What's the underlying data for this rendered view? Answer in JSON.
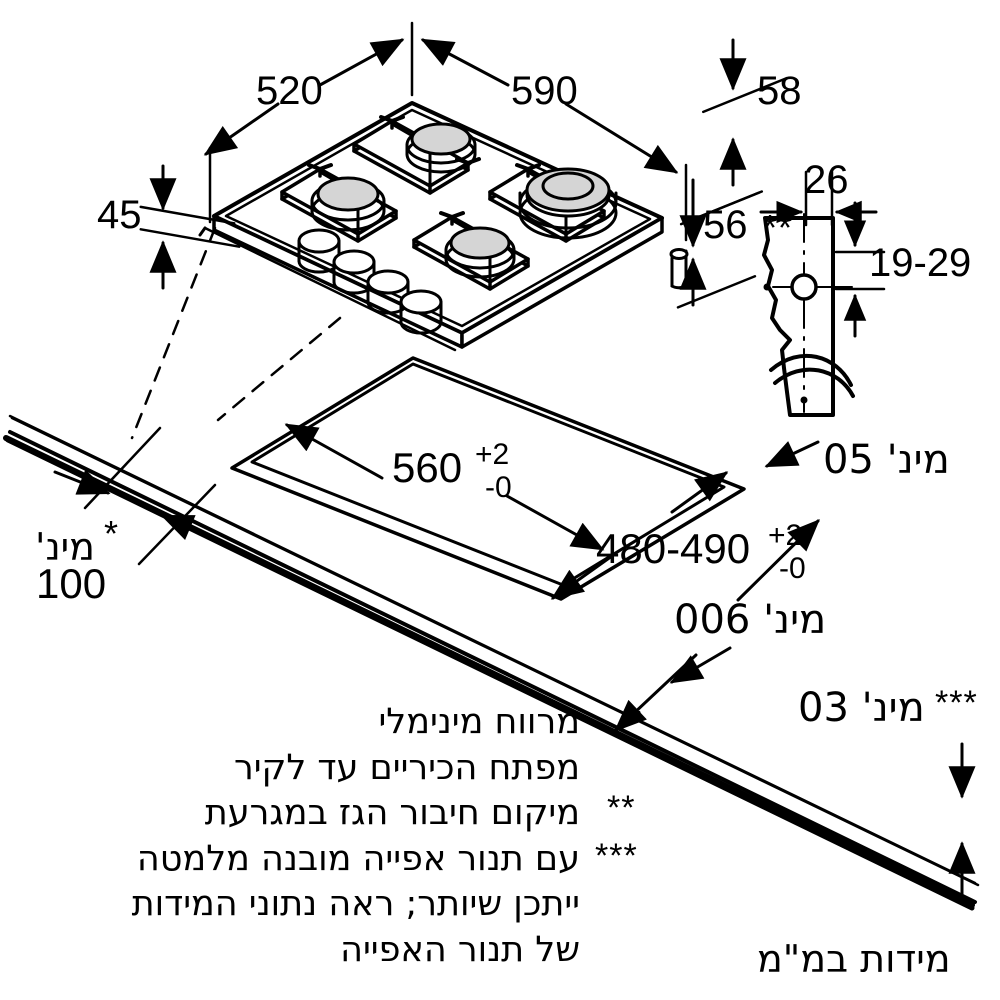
{
  "drawing": {
    "title_footer": "מידות במ\"מ",
    "units": "mm",
    "subject": "gas-hob-installation-diagram"
  },
  "dimensions": {
    "hob_depth": "520",
    "hob_width": "590",
    "side_offset": "58",
    "front_lip": "45",
    "hob_height": "56",
    "bracket_width": "26",
    "bracket_range": "19-29",
    "cutout_width": "560",
    "cutout_width_tol_plus": "+2",
    "cutout_width_tol_minus": "-0",
    "cutout_depth": "480-490",
    "cutout_depth_tol_plus": "+2",
    "cutout_depth_tol_minus": "-0",
    "min_wall_left": "מינ'",
    "min_wall_left_value": "100",
    "min_rear": "מינ' 50",
    "min_front": "מינ' 600",
    "min_side": "מינ' 30"
  },
  "markers": {
    "one": "*",
    "two": "**",
    "three": "***",
    "left_note_marker": "*",
    "rear_bracket_marker": "**",
    "side_marker": "***"
  },
  "notes": {
    "lines": [
      "מרווח מינימלי",
      "מפתח הכיריים עד לקיר",
      "מיקום חיבור הגז במגרעת",
      "עם תנור אפייה מובנה מלמטה",
      "ייתכן שיותר; ראה נתוני המידות",
      "של תנור האפייה"
    ]
  },
  "colors": {
    "line": "#000000",
    "burner_cap": "#d5d5d5",
    "background": "#ffffff"
  },
  "hob": {
    "burner_count": 4,
    "knob_count": 4,
    "burner_labels": [
      "rear-burner",
      "left-burner",
      "right-burner",
      "front-burner"
    ]
  }
}
